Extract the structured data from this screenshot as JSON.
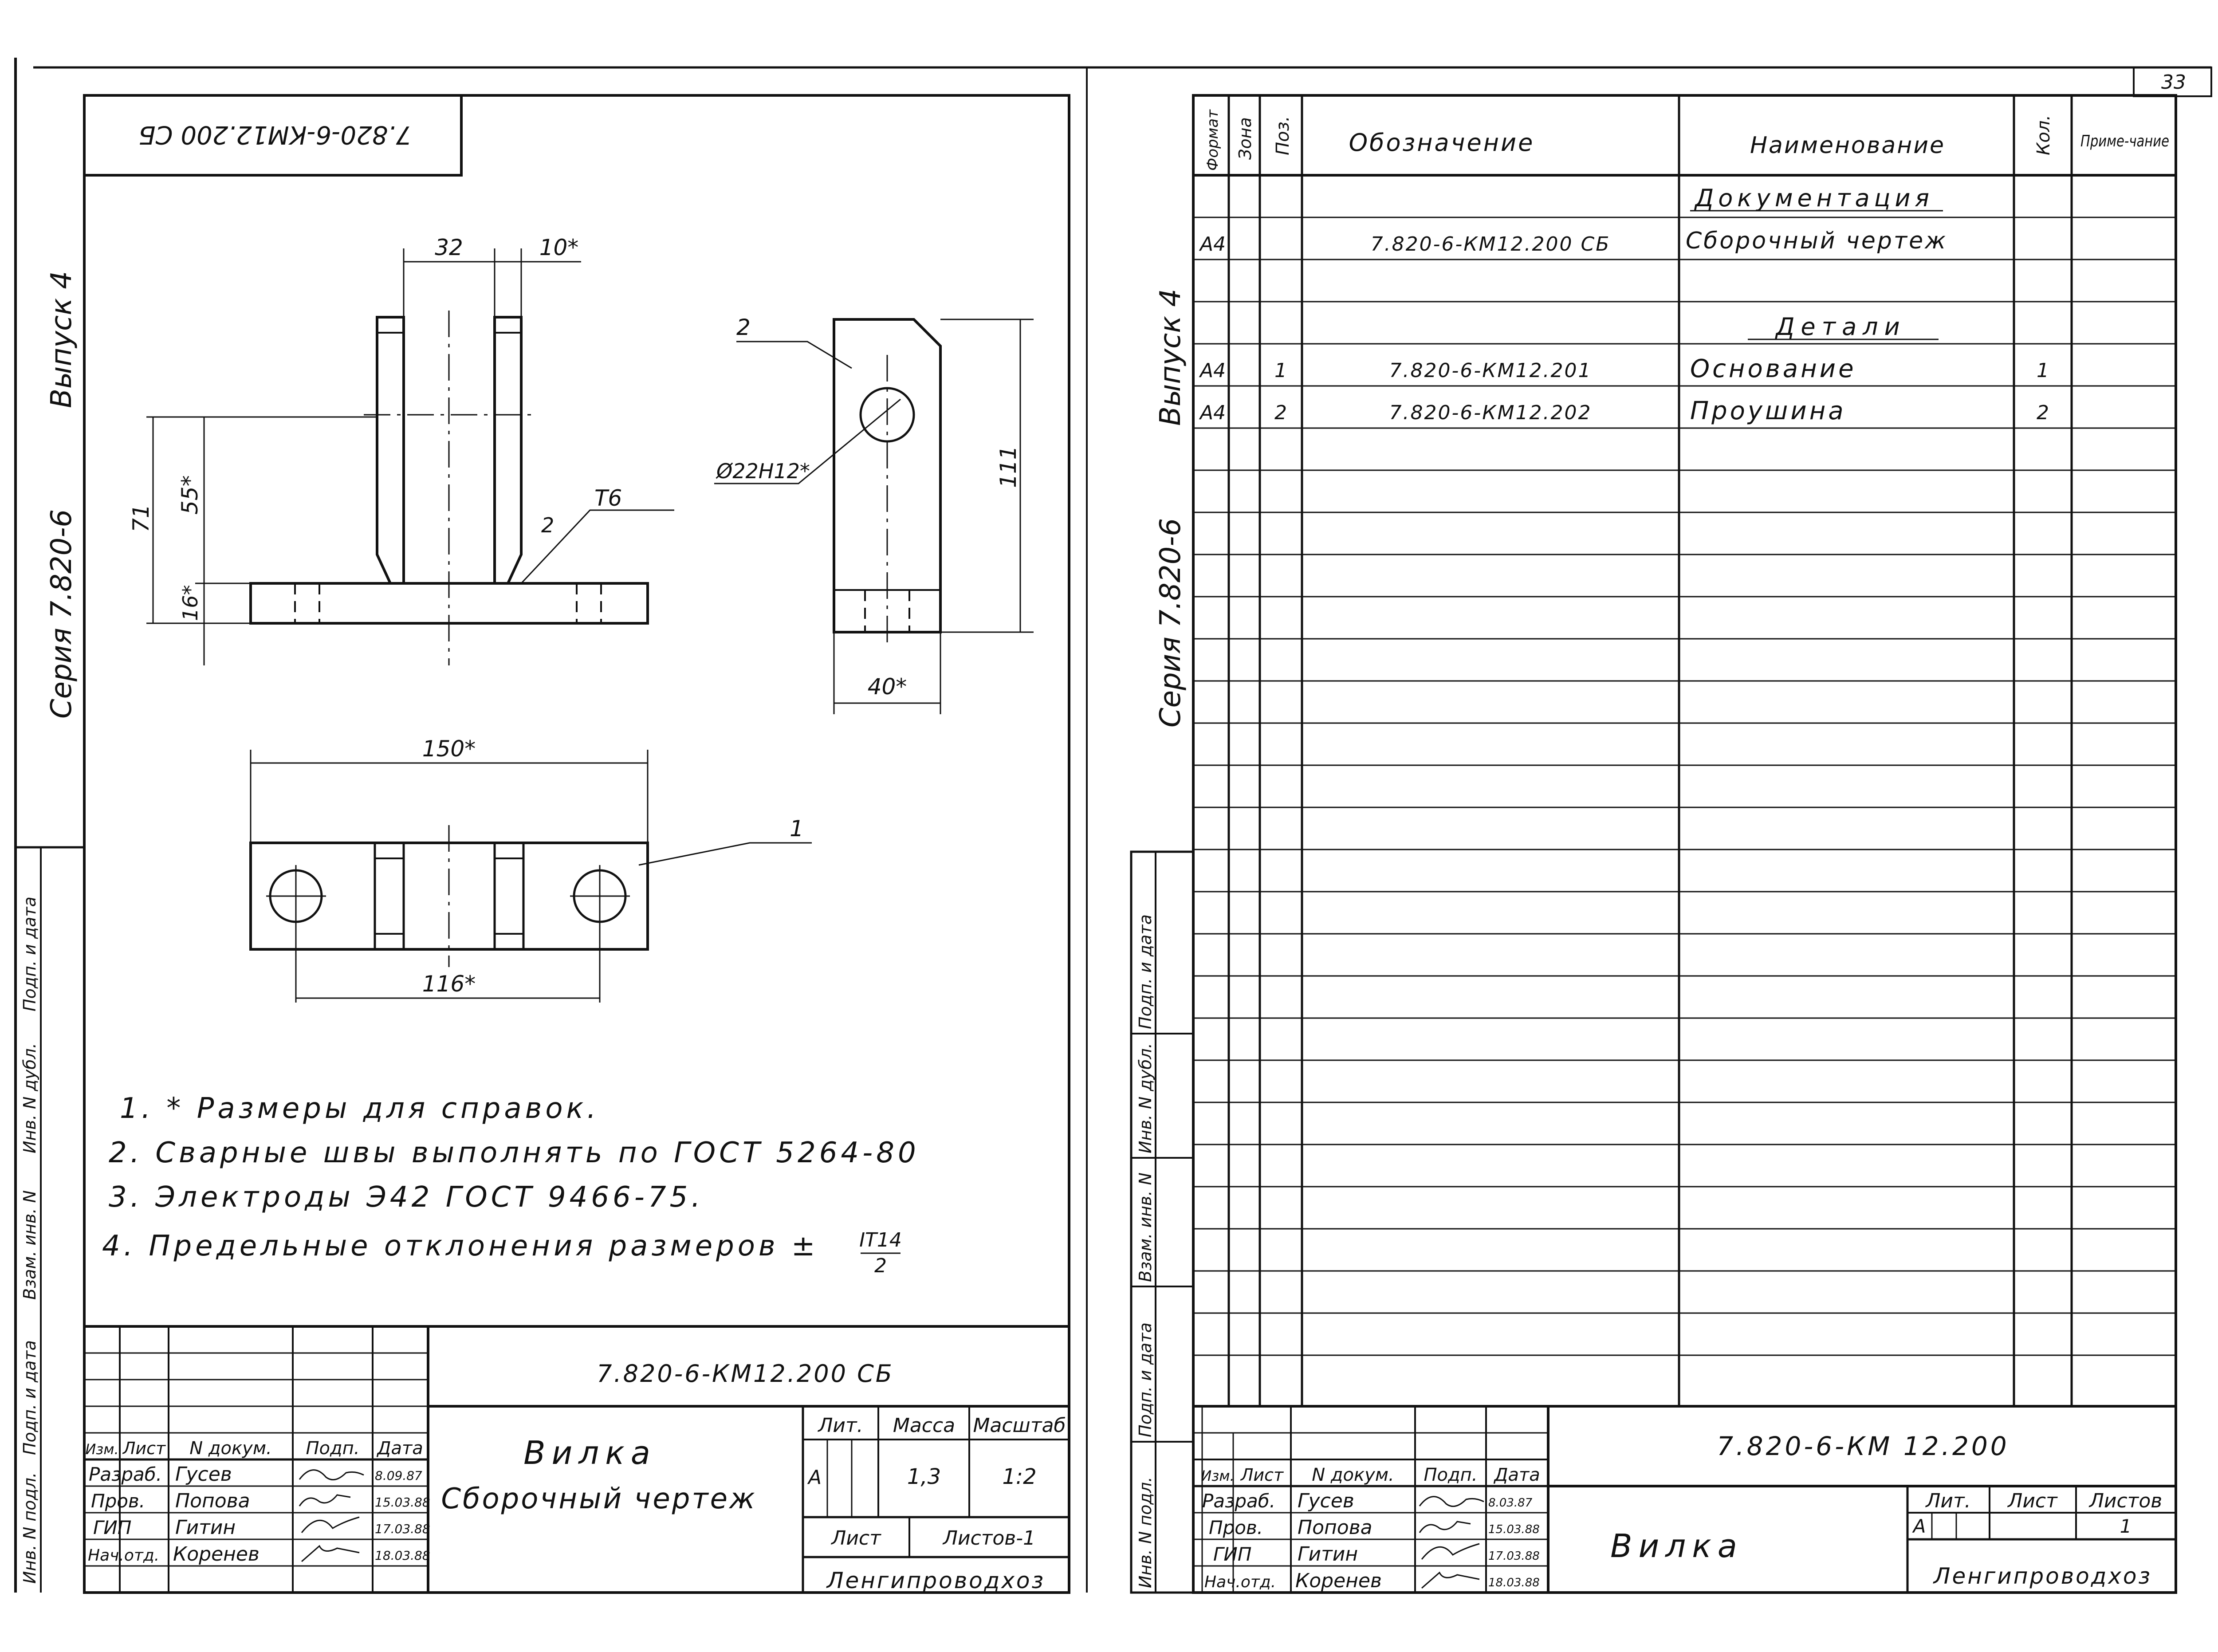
{
  "page_number": "33",
  "sheet1": {
    "corner_stamp": "7.820-6-КМ12.200 СБ",
    "side_series": "Серия 7.820-6",
    "side_issue": "Выпуск 4",
    "side_stamp_labels": [
      "Инв. N подл.",
      "Подп. и дата",
      "Взам. инв. N",
      "Инв. N дубл.",
      "Подп. и дата"
    ],
    "dimensions": {
      "d32": "32",
      "d10": "10*",
      "d71": "71",
      "d55": "55*",
      "d16": "16*",
      "weld": "T6",
      "pos2": "2",
      "pos2b": "2",
      "hole": "Ø22H12*",
      "d111": "111",
      "d40": "40*",
      "d150": "150*",
      "d116": "116*",
      "pos1": "1"
    },
    "notes": [
      "1. * Размеры для справок.",
      "2. Сварные швы выполнять по ГОСТ 5264-80",
      "3. Электроды Э42 ГОСТ 9466-75.",
      "4. Предельные отклонения размеров ±"
    ],
    "tolerance_num": "IT14",
    "tolerance_den": "2",
    "title_block": {
      "designation": "7.820-6-КМ12.200 СБ",
      "name": "Вилка",
      "doc_type": "Сборочный чертеж",
      "headers": [
        "Изм.",
        "Лист",
        "N докум.",
        "Подп.",
        "Дата"
      ],
      "roles": [
        "Разраб.",
        "Пров.",
        "ГИП",
        "Нач.отд."
      ],
      "people": [
        "Гусев",
        "Попова",
        "Гитин",
        "Коренев"
      ],
      "dates": [
        "8.09.87",
        "15.03.88",
        "17.03.88",
        "18.03.88"
      ],
      "lit_label": "Лит.",
      "mass_label": "Масса",
      "scale_label": "Масштаб",
      "lit_value": "А",
      "mass_value": "1,3",
      "scale_value": "1:2",
      "sheet_label": "Лист",
      "sheets_label": "Листов-1",
      "org": "Ленгипроводхоз"
    }
  },
  "sheet2": {
    "side_issue": "Выпуск 4",
    "side_series": "Серия 7.820-6",
    "side_stamp_labels": [
      "Инв. N подл.",
      "Подп. и дата",
      "Взам. инв. N",
      "Инв. N дубл.",
      "Подп. и дата"
    ],
    "spec_headers": {
      "format": "Формат",
      "zone": "Зона",
      "pos": "Поз.",
      "designation": "Обозначение",
      "name": "Наименование",
      "qty": "Кол.",
      "note": "Приме-чание"
    },
    "sections": {
      "docs": "Документация",
      "parts": "Детали"
    },
    "rows": [
      {
        "format": "А4",
        "pos": "",
        "designation": "7.820-6-КМ12.200 СБ",
        "name": "Сборочный чертеж",
        "qty": ""
      },
      {
        "format": "А4",
        "pos": "1",
        "designation": "7.820-6-КМ12.201",
        "name": "Основание",
        "qty": "1"
      },
      {
        "format": "А4",
        "pos": "2",
        "designation": "7.820-6-КМ12.202",
        "name": "Проушина",
        "qty": "2"
      }
    ],
    "title_block": {
      "designation": "7.820-6-КМ 12.200",
      "name": "Вилка",
      "headers": [
        "Изм.",
        "Лист",
        "N докум.",
        "Подп.",
        "Дата"
      ],
      "roles": [
        "Разраб.",
        "Пров.",
        "ГИП",
        "Нач.отд."
      ],
      "people": [
        "Гусев",
        "Попова",
        "Гитин",
        "Коренев"
      ],
      "dates": [
        "8.03.87",
        "15.03.88",
        "17.03.88",
        "18.03.88"
      ],
      "lit_label": "Лит.",
      "sheet_label": "Лист",
      "sheets_label": "Листов",
      "lit_value": "А",
      "sheets_value": "1",
      "org": "Ленгипроводхоз"
    }
  }
}
